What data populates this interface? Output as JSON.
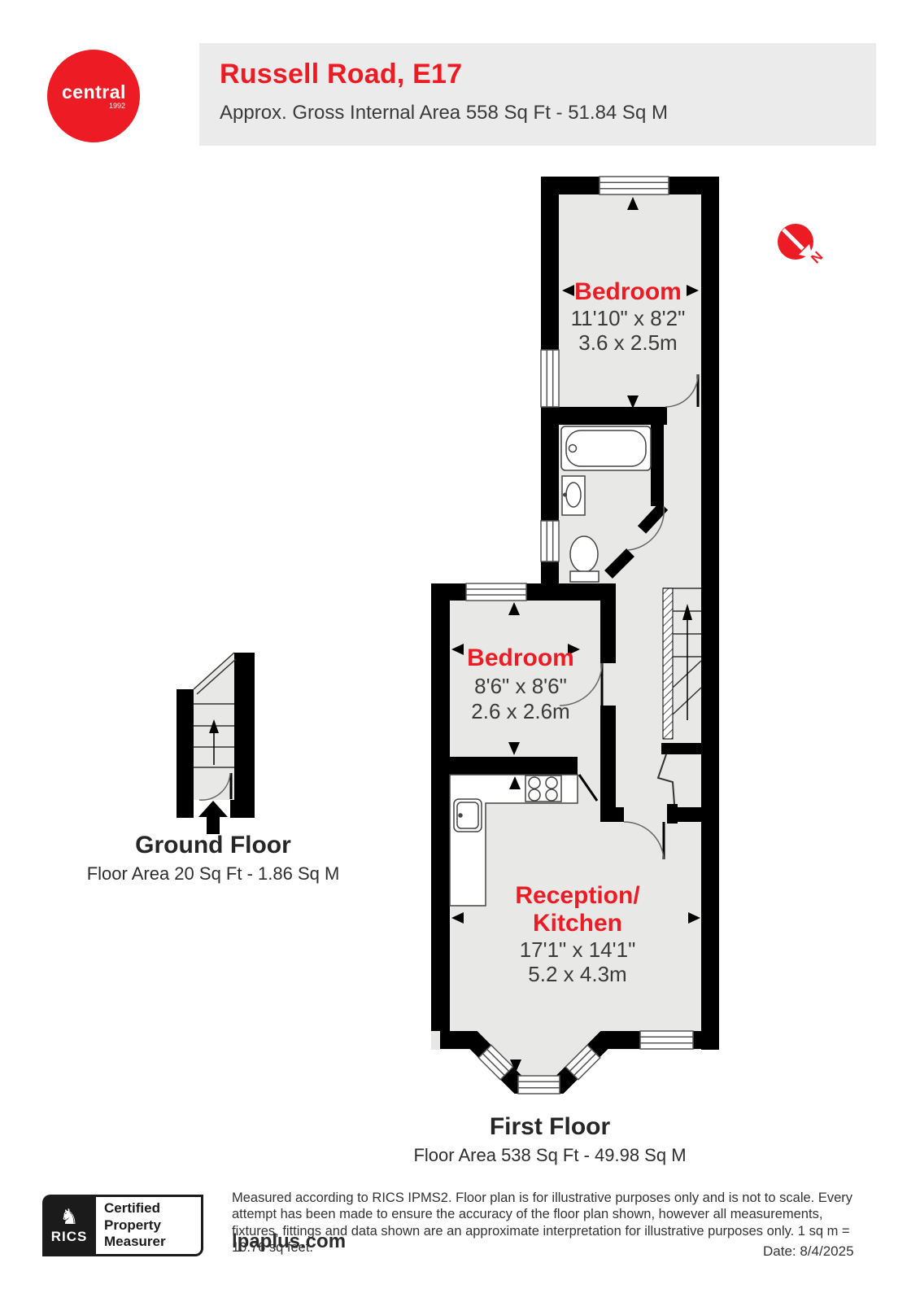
{
  "header": {
    "logo": {
      "brand": "central",
      "year": "1992"
    },
    "title": "Russell Road, E17",
    "subtitle": "Approx. Gross Internal Area 558 Sq Ft - 51.84 Sq M"
  },
  "compass": {
    "label": "N"
  },
  "floors": {
    "first": {
      "title": "First Floor",
      "area": "Floor Area 538 Sq Ft - 49.98 Sq M",
      "rooms": [
        {
          "name": "Bedroom",
          "imperial": "11'10\" x 8'2\"",
          "metric": "3.6 x 2.5m"
        },
        {
          "name": "Bedroom",
          "imperial": "8'6\" x 8'6\"",
          "metric": "2.6 x 2.6m"
        },
        {
          "name_line1": "Reception/",
          "name_line2": "Kitchen",
          "imperial": "17'1\" x 14'1\"",
          "metric": "5.2 x 4.3m"
        }
      ]
    },
    "ground": {
      "title": "Ground Floor",
      "area": "Floor Area 20 Sq Ft - 1.86 Sq M"
    }
  },
  "footer": {
    "certification": {
      "org": "RICS",
      "lines": [
        "Certified",
        "Property",
        "Measurer"
      ]
    },
    "disclaimer": "Measured according to RICS IPMS2. Floor plan is for illustrative purposes only and is not to scale. Every attempt has been made to ensure the accuracy of the floor plan shown, however all measurements, fixtures, fittings and data shown are an approximate interpretation for illustrative purposes only. 1 sq m = 10.76 sq feet.",
    "website": "lpaplus.com",
    "date": "Date: 8/4/2025"
  },
  "colors": {
    "brand_red": "#ed1c24",
    "wall_black": "#000000",
    "floor_gray": "#e8e8e6",
    "header_gray": "#ebebeb"
  }
}
